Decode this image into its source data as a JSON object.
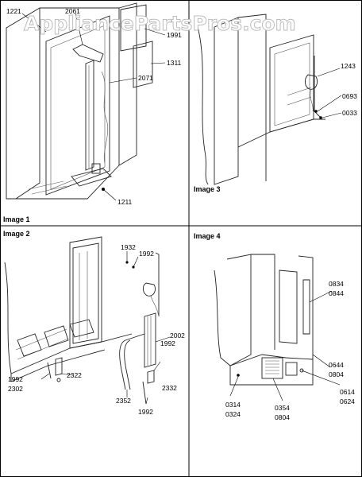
{
  "watermark": "AppliancePartsPros.com",
  "panels": [
    {
      "title": "Image 1",
      "parts": [
        "1221",
        "2061",
        "1991",
        "1311",
        "2071",
        "1211"
      ]
    },
    {
      "title": "Image 3",
      "parts": [
        "1243",
        "0693",
        "0033"
      ]
    },
    {
      "title": "Image 2",
      "parts": [
        "1932",
        "1992",
        "2002",
        "1992",
        "2322",
        "2302",
        "2352",
        "2332",
        "1992"
      ]
    },
    {
      "title": "Image 4",
      "parts": [
        "0834",
        "0844",
        "0644",
        "0804",
        "0614",
        "0624",
        "0314",
        "0324",
        "0354",
        "0804"
      ]
    }
  ]
}
